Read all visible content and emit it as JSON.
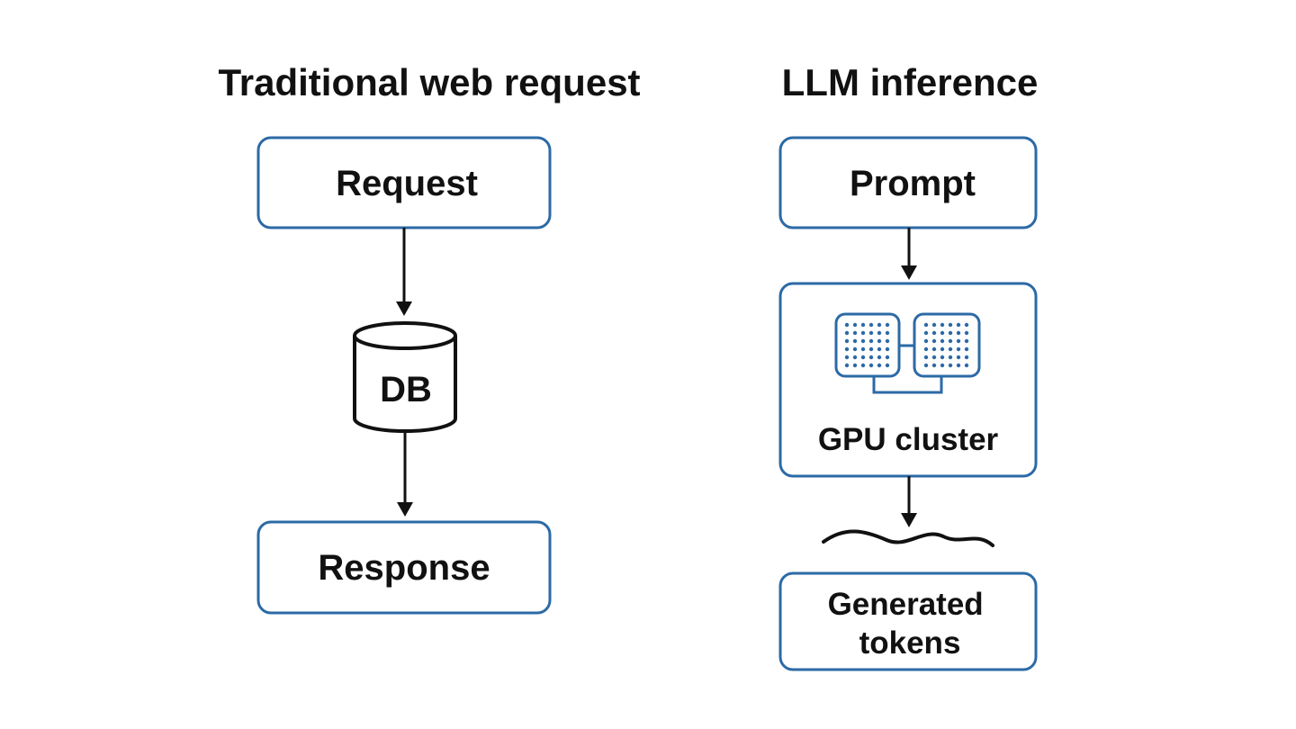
{
  "colors": {
    "box_border": "#2c6aa6",
    "text": "#111111",
    "arrow": "#111111",
    "gpu_dot": "#2c6aa6"
  },
  "left": {
    "title": "Traditional web request",
    "request": "Request",
    "database": "DB",
    "response": "Response"
  },
  "right": {
    "title": "LLM inference",
    "prompt": "Prompt",
    "gpu": "GPU cluster",
    "gpu_icon": "gpu-chip-icon",
    "stream_icon": "token-stream-wave-icon",
    "output_line1": "Generated",
    "output_line2": "tokens"
  }
}
